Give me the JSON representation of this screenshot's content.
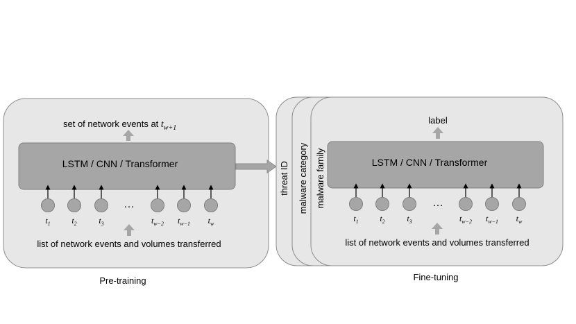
{
  "pretraining": {
    "output_label": "set of network events at ",
    "output_var": "t",
    "output_sub": "w+1",
    "model_label": "LSTM / CNN / Transformer",
    "input_label": "list of network events and volumes transferred",
    "caption": "Pre-training",
    "tokens": [
      {
        "base": "t",
        "sub": "1"
      },
      {
        "base": "t",
        "sub": "2"
      },
      {
        "base": "t",
        "sub": "3"
      },
      {
        "base": "t",
        "sub": "w−2"
      },
      {
        "base": "t",
        "sub": "w−1"
      },
      {
        "base": "t",
        "sub": "w"
      }
    ],
    "ellipsis": "…"
  },
  "finetuning": {
    "output_label": "label",
    "model_label": "LSTM / CNN / Transformer",
    "input_label": "list of network events and volumes transferred",
    "caption": "Fine-tuning",
    "stack_labels": [
      "threat ID",
      "malware category",
      "malware family"
    ],
    "tokens": [
      {
        "base": "t",
        "sub": "1"
      },
      {
        "base": "t",
        "sub": "2"
      },
      {
        "base": "t",
        "sub": "3"
      },
      {
        "base": "t",
        "sub": "w−2"
      },
      {
        "base": "t",
        "sub": "w−1"
      },
      {
        "base": "t",
        "sub": "w"
      }
    ],
    "ellipsis": "…"
  },
  "colors": {
    "panel_fill": "#e7e7e7",
    "panel_stroke": "#8c8c8c",
    "model_fill": "#a6a6a6",
    "model_stroke": "#7f7f7f",
    "arrow_gray": "#a6a6a6",
    "node_fill": "#a6a6a6"
  }
}
